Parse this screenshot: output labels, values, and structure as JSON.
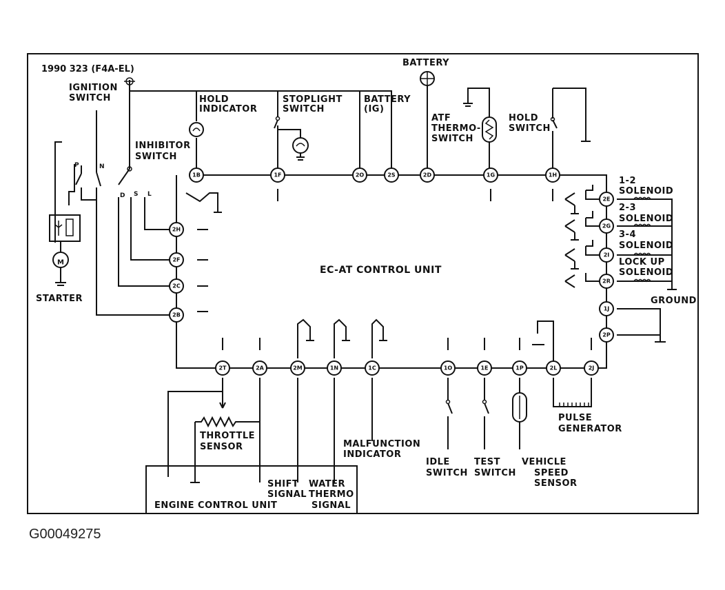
{
  "model_label": "1990 323 (F4A-EL)",
  "figure_id": "G00049275",
  "labels": {
    "ignition_switch": [
      "IGNITION",
      "SWITCH"
    ],
    "inhibitor_switch": [
      "INHIBITOR",
      "SWITCH"
    ],
    "starter": "STARTER",
    "hold_indicator": [
      "HOLD",
      "INDICATOR"
    ],
    "stoplight_switch": [
      "STOPLIGHT",
      "SWITCH"
    ],
    "battery_ig": [
      "BATTERY",
      "(IG)"
    ],
    "battery": "BATTERY",
    "atf_thermo_switch": [
      "ATF",
      "THERMO-",
      "SWITCH"
    ],
    "hold_switch": [
      "HOLD",
      "SWITCH"
    ],
    "solenoid_12": [
      "1-2",
      "SOLENOID"
    ],
    "solenoid_23": [
      "2-3",
      "SOLENOID"
    ],
    "solenoid_34": [
      "3-4",
      "SOLENOID"
    ],
    "lockup_solenoid": [
      "LOCK UP",
      "SOLENOID"
    ],
    "ground": "GROUND",
    "control_unit": "EC-AT CONTROL UNIT",
    "throttle_sensor": [
      "THROTTLE",
      "SENSOR"
    ],
    "malfunction_indicator": [
      "MALFUNCTION",
      "INDICATOR"
    ],
    "idle_switch": [
      "IDLE",
      "SWITCH"
    ],
    "test_switch": [
      "TEST",
      "SWITCH"
    ],
    "vehicle_speed_sensor": [
      "VEHICLE",
      "SPEED",
      "SENSOR"
    ],
    "pulse_generator": [
      "PULSE",
      "GENERATOR"
    ],
    "engine_control_unit": "ENGINE CONTROL UNIT",
    "shift_signal": [
      "SHIFT",
      "SIGNAL"
    ],
    "water_thermo_signal": [
      "WATER",
      "THERMO",
      "SIGNAL"
    ],
    "inhibitor_positions": [
      "D",
      "S",
      "L"
    ],
    "ignition_positions": [
      "P",
      "N"
    ],
    "motor": "M"
  },
  "terminals": {
    "1B": "1B",
    "1F": "1F",
    "2O": "2O",
    "2S": "2S",
    "2D": "2D",
    "1G": "1G",
    "1H": "1H",
    "2E": "2E",
    "2G": "2G",
    "2I": "2I",
    "2R": "2R",
    "1J": "1J",
    "2P": "2P",
    "2H": "2H",
    "2F": "2F",
    "2C": "2C",
    "2B": "2B",
    "2T": "2T",
    "2A": "2A",
    "2M": "2M",
    "1N": "1N",
    "1C": "1C",
    "1O": "1O",
    "1E": "1E",
    "1P": "1P",
    "2L": "2L",
    "2J": "2J"
  }
}
